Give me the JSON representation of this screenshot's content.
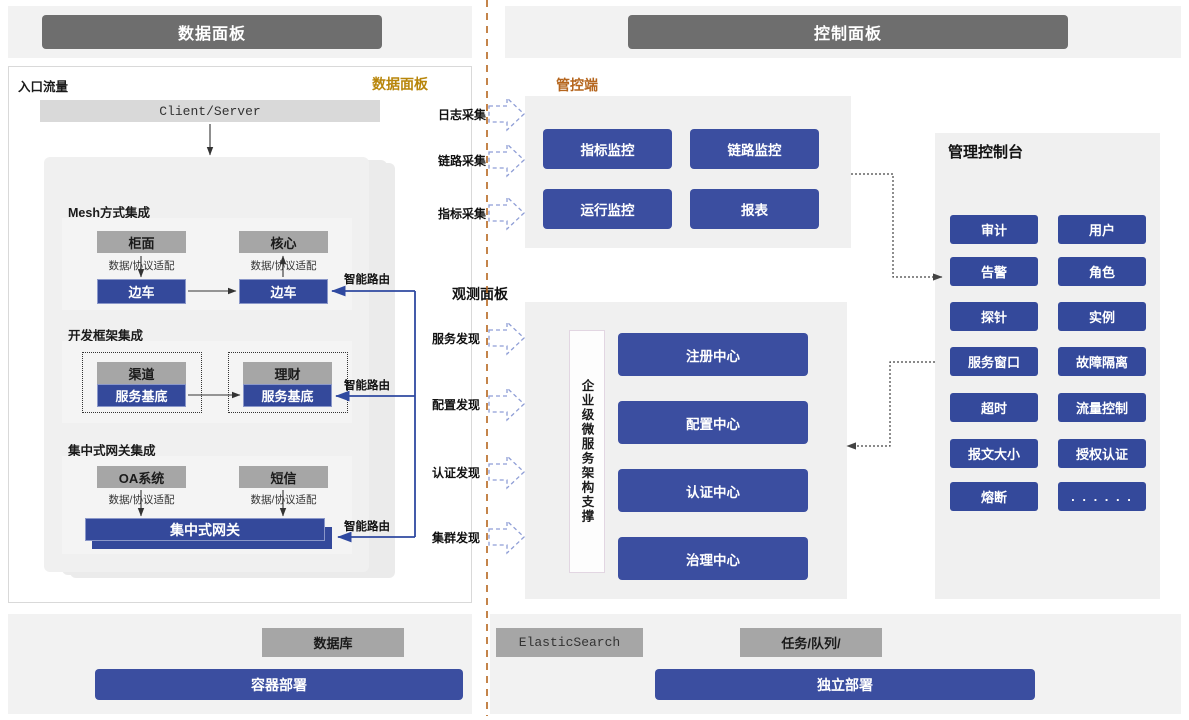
{
  "headers": {
    "left_title": "数据面板",
    "right_title": "控制面板"
  },
  "left_panel": {
    "corner_title": "数据面板",
    "entry_label": "入口流量",
    "client_server": "Client/Server",
    "groups": [
      {
        "title": "Mesh方式集成",
        "top_left": "柜面",
        "top_right": "核心",
        "adapt_left": "数据/协议适配",
        "adapt_right": "数据/协议适配",
        "bottom_left": "边车",
        "bottom_right": "边车"
      },
      {
        "title": "开发框架集成",
        "top_left": "渠道",
        "top_right": "理财",
        "bottom_left": "服务基底",
        "bottom_right": "服务基底"
      },
      {
        "title": "集中式网关集成",
        "top_left": "OA系统",
        "top_right": "短信",
        "adapt_left": "数据/协议适配",
        "adapt_right": "数据/协议适配",
        "gateway": "集中式网关"
      }
    ],
    "route_labels": [
      "智能路由",
      "智能路由",
      "智能路由"
    ]
  },
  "middle": {
    "collect_flows": [
      "日志采集",
      "链路采集",
      "指标采集"
    ],
    "observe_title": "观测面板",
    "discover_flows": [
      "服务发现",
      "配置发现",
      "认证发现",
      "集群发现"
    ]
  },
  "control_panel": {
    "corner_title": "管控端",
    "monitor_buttons": [
      "指标监控",
      "链路监控",
      "运行监控",
      "报表"
    ]
  },
  "micro_service": {
    "vertical_label": "企业级微服务架构支撑",
    "centers": [
      "注册中心",
      "配置中心",
      "认证中心",
      "治理中心"
    ]
  },
  "console": {
    "title": "管理控制台",
    "items": [
      "审计",
      "用户",
      "告警",
      "角色",
      "探针",
      "实例",
      "服务窗口",
      "故障隔离",
      "超时",
      "流量控制",
      "报文大小",
      "授权认证",
      "熔断",
      ". . . . . ."
    ]
  },
  "footer": {
    "left": {
      "tag": "数据库",
      "deploy": "容器部署"
    },
    "right": {
      "tag_a": "ElasticSearch",
      "tag_b": "任务/队列/",
      "deploy": "独立部署"
    }
  },
  "colors": {
    "brand_blue": "#34499b",
    "button_blue": "#3b4ea0",
    "gray_box": "#a6a6a6",
    "header_gray": "#6e6e6e",
    "accent_gold": "#b8860b",
    "divider_brown": "#b5651d"
  }
}
